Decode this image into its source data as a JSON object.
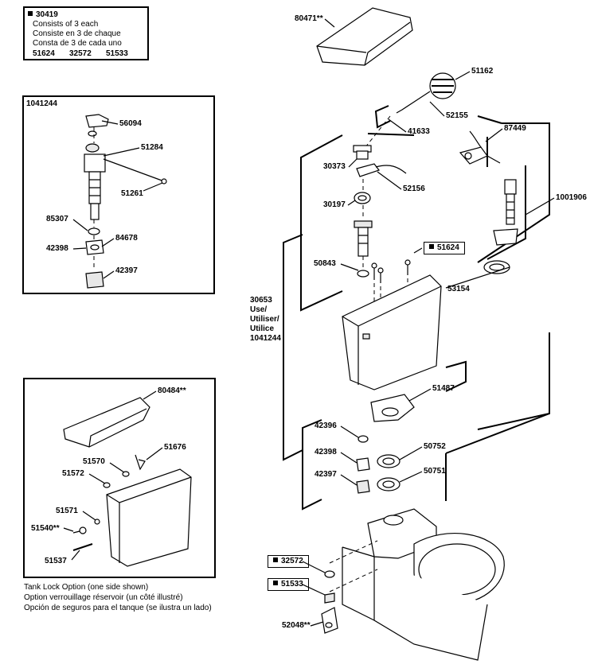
{
  "kit_box": {
    "part": "30419",
    "lines": [
      "Consists of 3 each",
      "Consiste en 3 de chaque",
      "Consta de 3 de cada uno"
    ],
    "parts": [
      "51624",
      "32572",
      "51533"
    ]
  },
  "fill_valve_box": {
    "title": "1041244",
    "parts": [
      "56094",
      "51284",
      "51261",
      "85307",
      "84678",
      "42398",
      "42397"
    ]
  },
  "tank_lock_box": {
    "parts": [
      "80484**",
      "51676",
      "51570",
      "51572",
      "51571",
      "51540**",
      "51537"
    ],
    "caption": [
      "Tank Lock Option (one side shown)",
      "Option verrouillage réservoir (un côté illustré)",
      "Opción de seguros para el tanque (se ilustra un lado)"
    ]
  },
  "main": {
    "parts": [
      "80471**",
      "51162",
      "52155",
      "41633",
      "87449",
      "30373",
      "52156",
      "30197",
      "50843",
      "51624",
      "1001906",
      "53154",
      "51487",
      "42396",
      "42398",
      "42397",
      "50752",
      "50751",
      "32572",
      "51533",
      "52048**"
    ],
    "use_note": [
      "30653",
      "Use/",
      "Utiliser/",
      "Utilice",
      "1041244"
    ]
  }
}
